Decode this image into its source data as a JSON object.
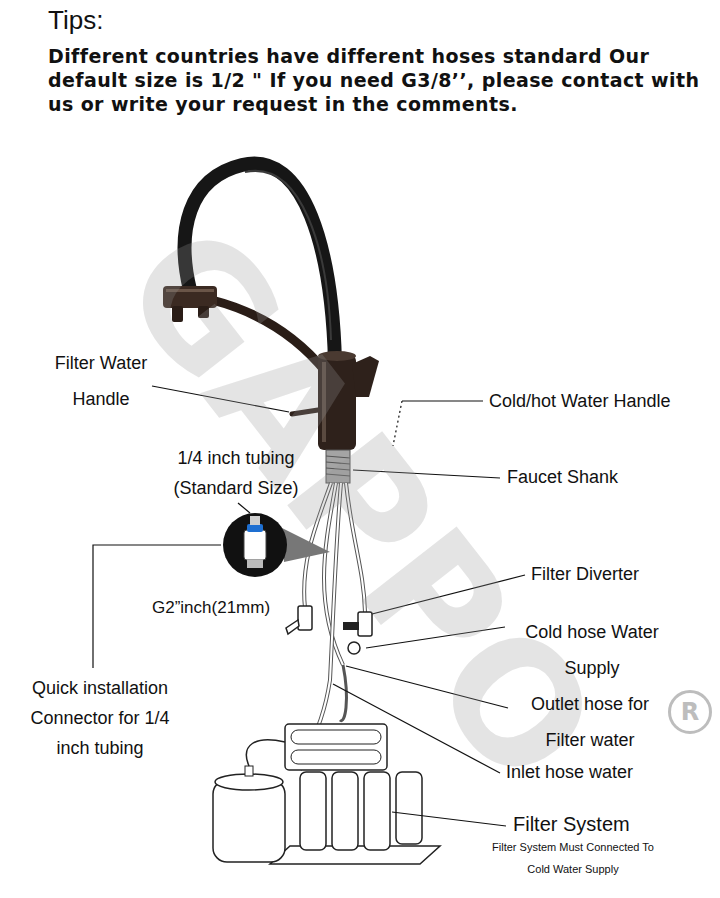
{
  "diagram": {
    "title": "Tips:",
    "labels": [
      "Different countries have different hoses standard Our default size is 1/2 \" If you need G3/8’’, please contact with us or write your request in the comments.",
      "Filter Water Handle",
      "Cold/hot Water Handle",
      "1/4 inch tubing (Standard Size)",
      "Faucet Shank",
      "G2”inch(21mm)",
      "Filter Diverter",
      "Quick installation Connector for 1/4 inch tubing",
      "Cold hose Water Supply",
      "Outlet hose for Filter water",
      "Inlet hose water",
      "Filter System",
      "Filter System Must Connected To Cold Water Supply",
      "GAPPO",
      "R"
    ]
  }
}
